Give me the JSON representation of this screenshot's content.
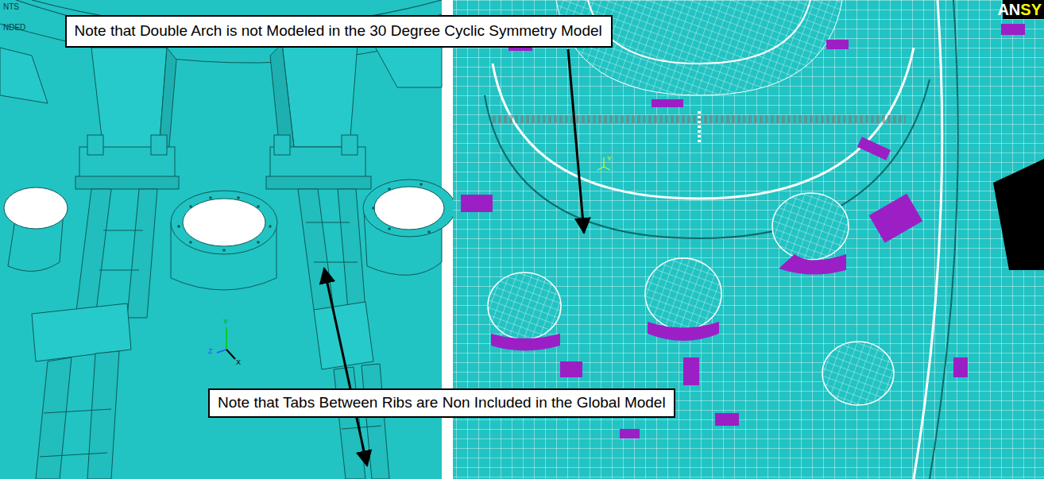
{
  "diagram": {
    "nodes": [
      {
        "text": [
          "Note that Double Arch is not Modeled in the 30 Degree Cyclic Symmetry Model"
        ]
      },
      {
        "text": [
          "Note that Tabs Between Ribs are Non Included in the Global Model"
        ]
      }
    ],
    "labels": [
      "NTS",
      "NDED",
      "Y",
      "Z",
      "X",
      "Y",
      "AN",
      "SY"
    ]
  }
}
